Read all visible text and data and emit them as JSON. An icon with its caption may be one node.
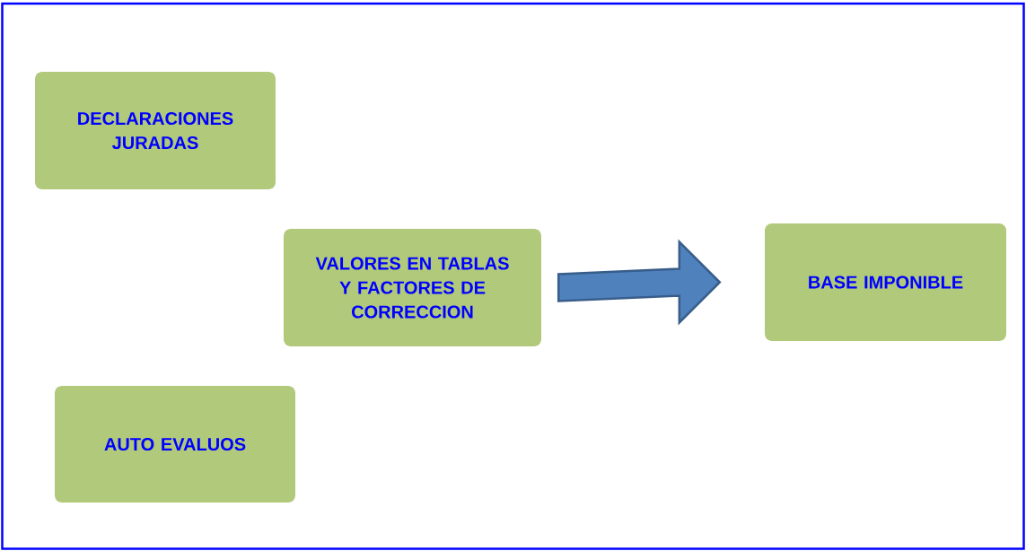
{
  "diagram": {
    "nodes": [
      {
        "text": [
          "DECLARACIONES JURADAS"
        ]
      },
      {
        "text": [
          "VALORES EN TABLAS Y FACTORES DE CORRECCION"
        ]
      },
      {
        "text": [
          "BASE IMPONIBLE"
        ]
      },
      {
        "text": [
          "AUTO EVALUOS"
        ]
      }
    ],
    "edges": [
      {
        "from": 1,
        "to": 2,
        "arrow": "to"
      }
    ]
  }
}
